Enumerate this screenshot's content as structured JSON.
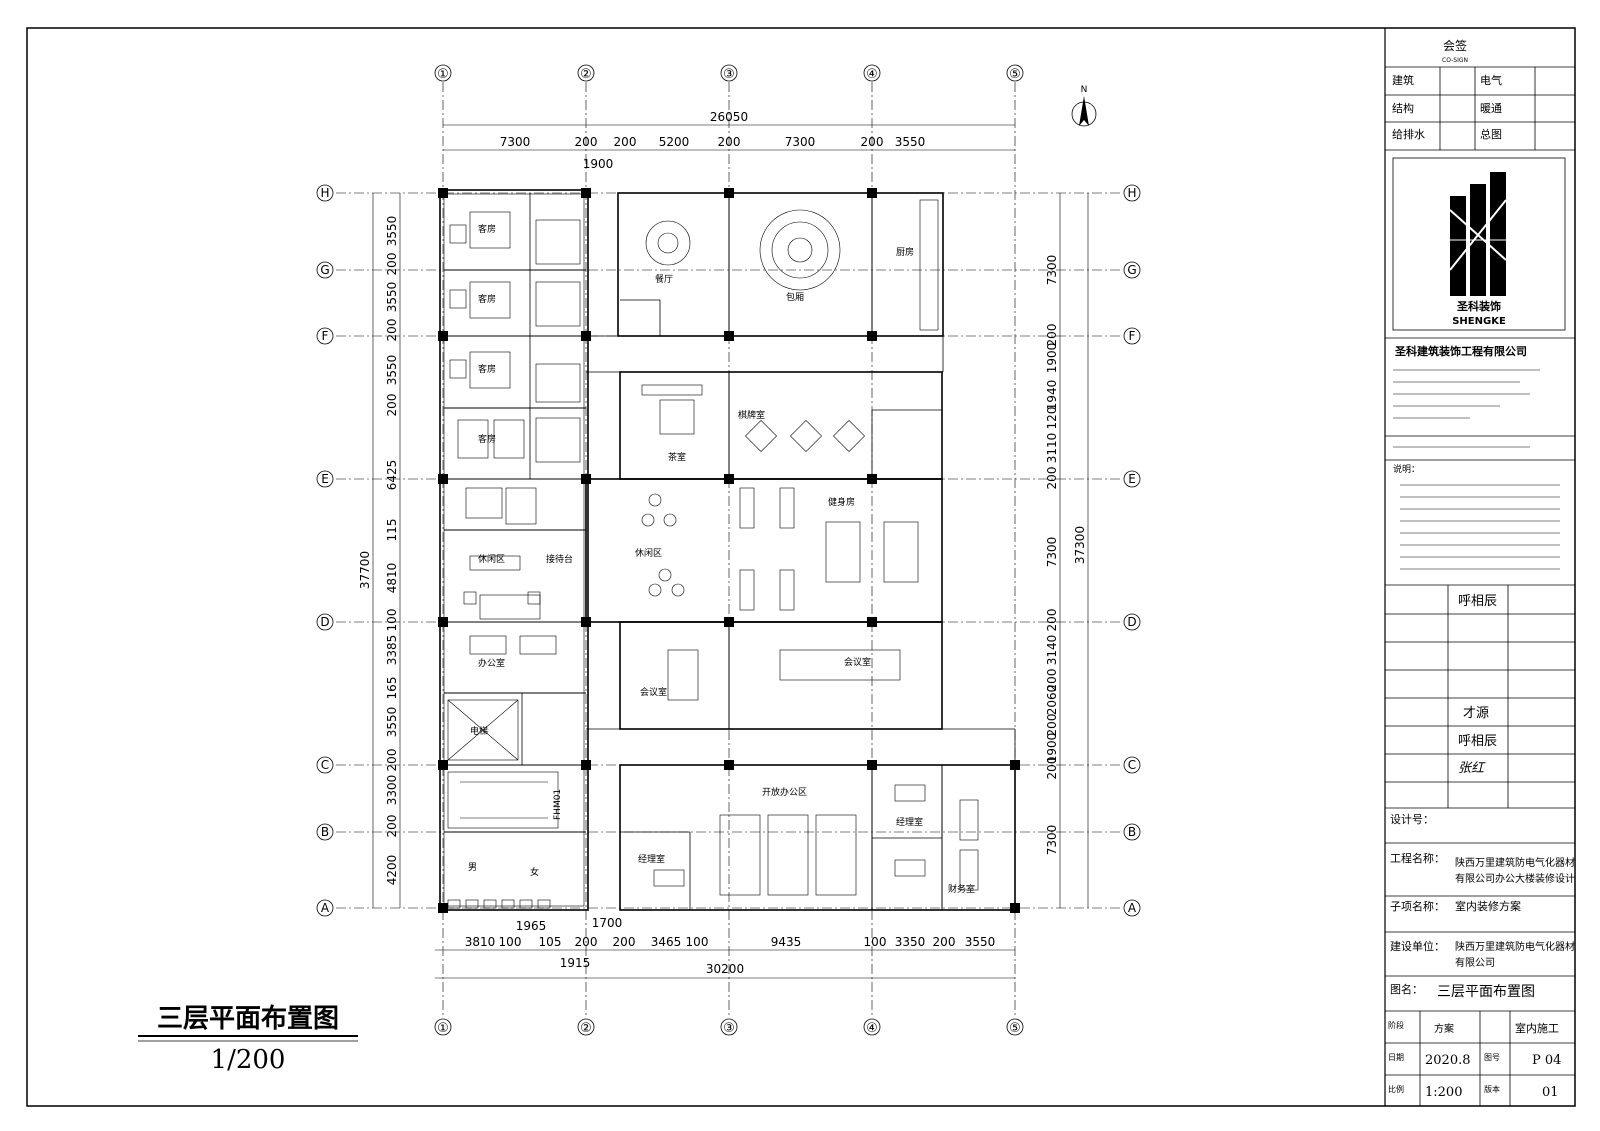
{
  "drawing": {
    "title": "三层平面布置图",
    "scale": "1/200"
  },
  "axes": {
    "columns": [
      "①",
      "②",
      "③",
      "④",
      "⑤"
    ],
    "rows": [
      "H",
      "G",
      "F",
      "E",
      "D",
      "C",
      "B",
      "A"
    ]
  },
  "dimensions": {
    "top_total": "26050",
    "top_segments": [
      "7300",
      "200",
      "200",
      "5200",
      "200",
      "7300",
      "200",
      "3550"
    ],
    "top_sub": "1900",
    "bottom_total": "30200",
    "bottom_segments": [
      "3810",
      "100",
      "105",
      "200",
      "200",
      "3465",
      "100",
      "9435",
      "100",
      "3350",
      "200",
      "3550"
    ],
    "bottom_sub_a": "1965",
    "bottom_sub_b": "1700",
    "bottom_sub_c": "1915",
    "left_total": "37700",
    "left_segments": [
      "3550",
      "200",
      "3550",
      "200",
      "3550",
      "200",
      "6425",
      "115",
      "4810",
      "100",
      "3385",
      "165",
      "3550",
      "200",
      "3300",
      "200",
      "4200"
    ],
    "right_total": "37300",
    "right_segments": [
      "7300",
      "200",
      "1900",
      "1940",
      "120",
      "3110",
      "200",
      "7300",
      "200",
      "3140",
      "200",
      "2060",
      "200",
      "1900",
      "200",
      "7300"
    ]
  },
  "rooms": {
    "r1": "客房",
    "r2": "客房",
    "r3": "客房",
    "r4": "客房",
    "lounge": "休闲区",
    "reception": "接待台",
    "office1": "办公室",
    "meeting_small": "会议室",
    "meeting_large": "会议室",
    "dining": "餐厅",
    "vip": "包厢",
    "kitchen": "厨房",
    "tea": "茶室",
    "chess": "棋牌室",
    "gym": "健身房",
    "open_office": "开放办公区",
    "manager1": "经理室",
    "manager2": "经理室",
    "finance": "财务室",
    "stair": "FHM01",
    "male": "男",
    "female": "女",
    "elev": "电梯"
  },
  "titleblock": {
    "header": "会签",
    "header_en": "CO-SIGN",
    "row1_l": "建筑",
    "row1_r": "电气",
    "row2_l": "结构",
    "row2_r": "暖通",
    "row3_l": "给排水",
    "row3_r": "总图",
    "logo_cn": "圣科装饰",
    "logo_en": "SHENGKE",
    "company": "圣科建筑装饰工程有限公司",
    "note_head": "说明：",
    "designer_name": "呼相辰",
    "drafter_name": "才源",
    "checker_name": "呼相辰",
    "approver_sig": "张红",
    "project_no_label": "设计号：",
    "project_label": "工程名称：",
    "project_value_1": "陕西万里建筑防电气化器材",
    "project_value_2": "有限公司办公大楼装修设计",
    "subitem_label": "子项名称：",
    "subitem_value": "室内装修方案",
    "client_label": "建设单位：",
    "client_value_1": "陕西万里建筑防电气化器材",
    "client_value_2": "有限公司",
    "drawing_label": "图名：",
    "drawing_value": "三层平面布置图",
    "stage_label": "阶段",
    "stage_value": "方案",
    "drawing_type": "室内施工",
    "date_label": "日期",
    "date_value": "2020.8",
    "sheet_label": "图号",
    "sheet_value": "P 04",
    "scale_label": "比例",
    "scale_value": "1:200",
    "version_label": "版本",
    "version_value": "01"
  }
}
